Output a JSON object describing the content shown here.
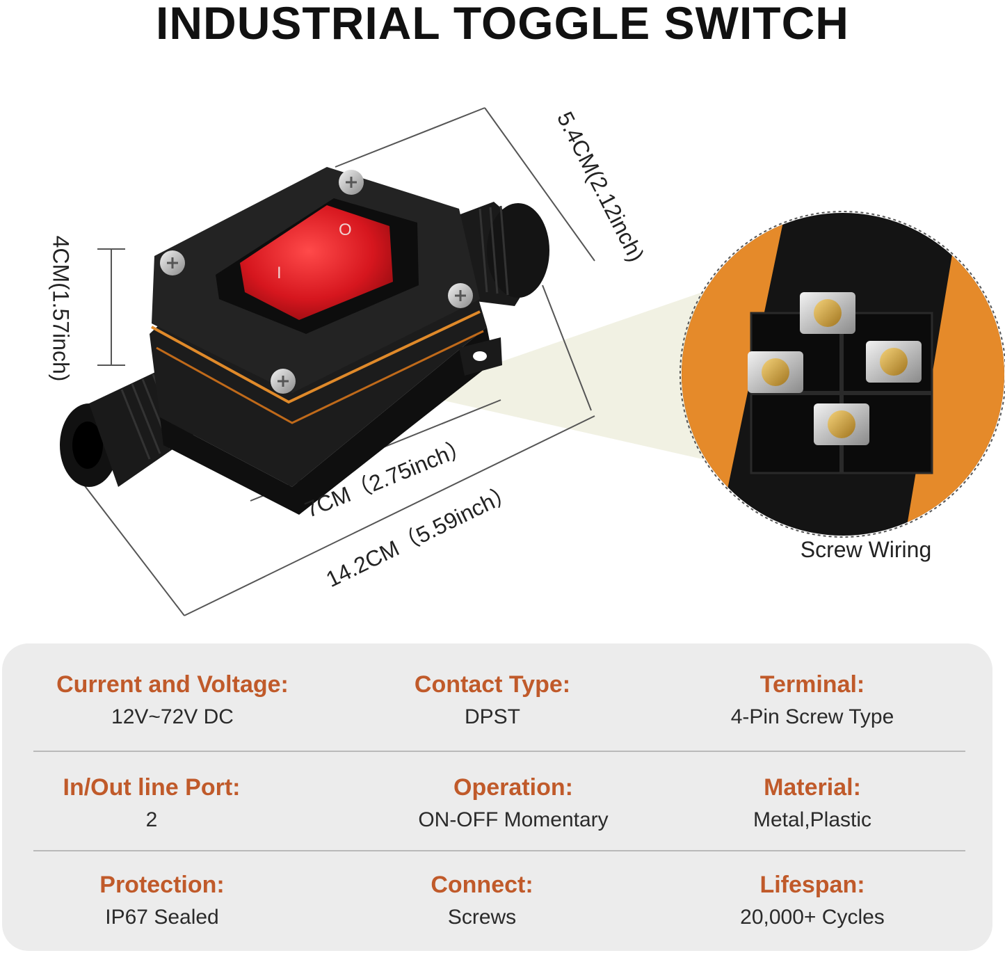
{
  "title": "INDUSTRIAL TOGGLE SWITCH",
  "dimensions": {
    "height": "4CM(1.57inch)",
    "width": "5.4CM(2.12inch)",
    "body_length": "7CM（2.75inch）",
    "total_length": "14.2CM（5.59inch）"
  },
  "switch_symbols": {
    "on": "I",
    "off": "O"
  },
  "detail_caption": "Screw Wiring",
  "colors": {
    "label_accent": "#c05a2a",
    "body_black": "#1c1c1c",
    "rocker_red": "#d6161e",
    "orange_seal": "#e08a2a",
    "panel_bg": "#ececec"
  },
  "specs": [
    [
      {
        "label": "Current and Voltage:",
        "value": "12V~72V  DC"
      },
      {
        "label": "Contact Type:",
        "value": "DPST"
      },
      {
        "label": "Terminal:",
        "value": "4-Pin Screw Type"
      }
    ],
    [
      {
        "label": "In/Out line Port:",
        "value": "2"
      },
      {
        "label": "Operation:",
        "value": "ON-OFF Momentary"
      },
      {
        "label": "Material:",
        "value": "Metal,Plastic"
      }
    ],
    [
      {
        "label": "Protection:",
        "value": "IP67 Sealed"
      },
      {
        "label": "Connect:",
        "value": "Screws"
      },
      {
        "label": "Lifespan:",
        "value": "20,000+ Cycles"
      }
    ]
  ]
}
